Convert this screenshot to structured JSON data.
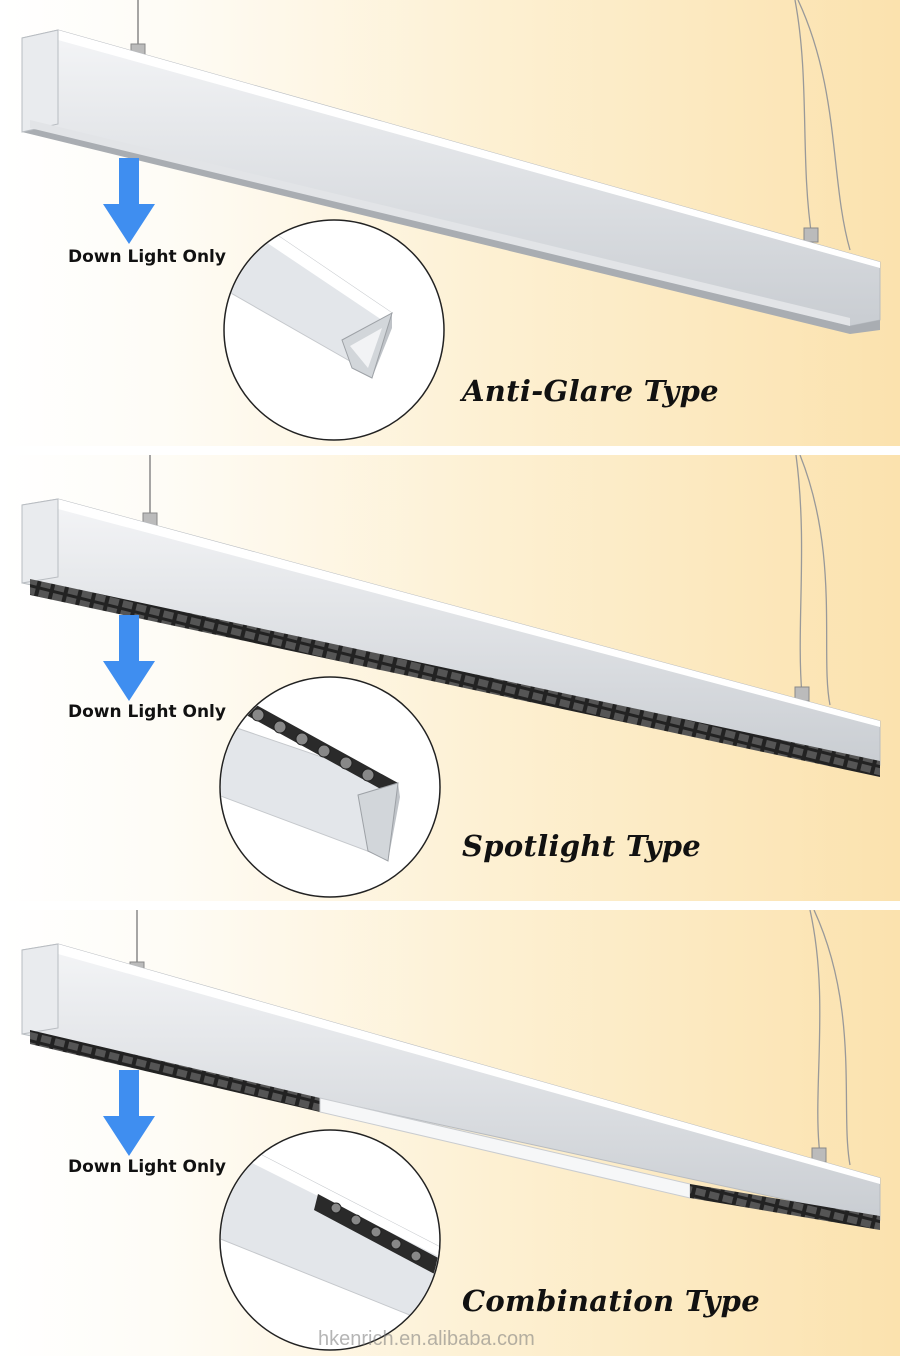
{
  "panels": [
    {
      "label": "Down Light Only",
      "title": "Anti-Glare Type",
      "diffuser": "opal"
    },
    {
      "label": "Down Light Only",
      "title": "Spotlight Type",
      "diffuser": "grille"
    },
    {
      "label": "Down Light Only",
      "title": "Combination Type",
      "diffuser": "mixed"
    }
  ],
  "watermark": "hkenrich.en.alibaba.com",
  "colors": {
    "arrow": "#3f8ef0",
    "background_warm": "#fbe2ae",
    "fixture": "#dcdfe3"
  },
  "icons": [
    "down-arrow-icon"
  ]
}
